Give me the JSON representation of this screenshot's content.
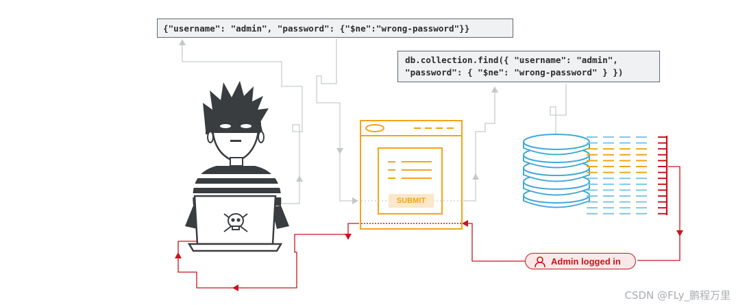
{
  "query_code": "{\"username\": \"admin\", \"password\": {\"$ne\":\"wrong-password\"}}",
  "find_code_line1": "db.collection.find({ \"username\": \"admin\",",
  "find_code_line2": "\"password\": { \"$ne\": \"wrong-password\" } })",
  "submit_label": "SUBMIT",
  "status_label": "Admin logged in",
  "watermark": "CSDN @FLy_鹏程万里",
  "icons": {
    "attacker": "hacker-figure-icon",
    "laptop": "laptop-icon",
    "skull": "skull-crossbones-icon",
    "web_form": "web-form-window-icon",
    "database": "database-stack-icon",
    "user": "user-icon"
  },
  "colors": {
    "flow_gray": "#bfc4c8",
    "response_red": "#c9131b",
    "form_orange": "#f5a318",
    "db_blue": "#7fc6e6",
    "dark": "#3a3d40"
  }
}
